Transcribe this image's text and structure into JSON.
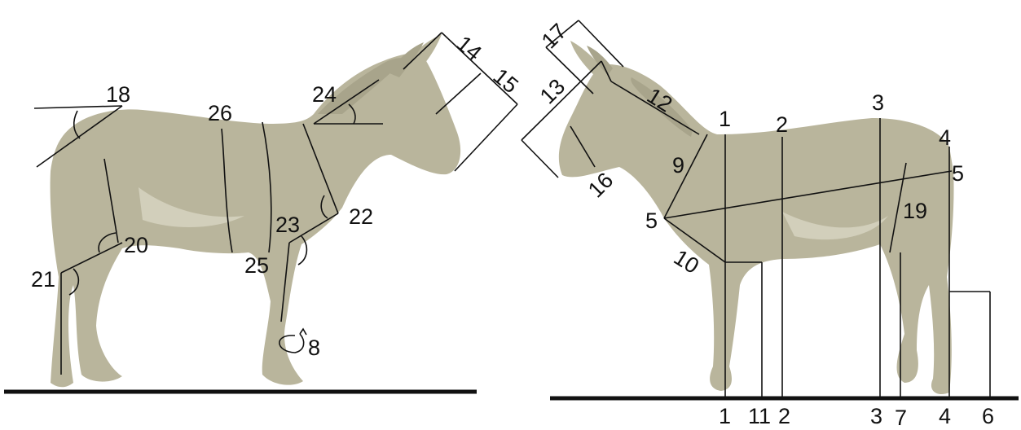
{
  "colors": {
    "animal": "#b9b59c",
    "animal_shade": "#a8a48b",
    "lines": "#111111",
    "background": "#ffffff"
  },
  "left_labels": {
    "l8": "8",
    "l14": "14",
    "l15": "15",
    "l18": "18",
    "l20": "20",
    "l21": "21",
    "l22": "22",
    "l23": "23",
    "l24": "24",
    "l25": "25",
    "l26": "26"
  },
  "right_labels": {
    "r1_top": "1",
    "r2_top": "2",
    "r3_top": "3",
    "r4_top": "4",
    "r5_left": "5",
    "r5_right": "5",
    "r9": "9",
    "r10": "10",
    "r12": "12",
    "r13": "13",
    "r16": "16",
    "r17": "17",
    "r19": "19",
    "r1_bot": "1",
    "r11_bot": "11",
    "r2_bot": "2",
    "r3_bot": "3",
    "r7_bot": "7",
    "r4_bot": "4",
    "r6_bot": "6"
  }
}
